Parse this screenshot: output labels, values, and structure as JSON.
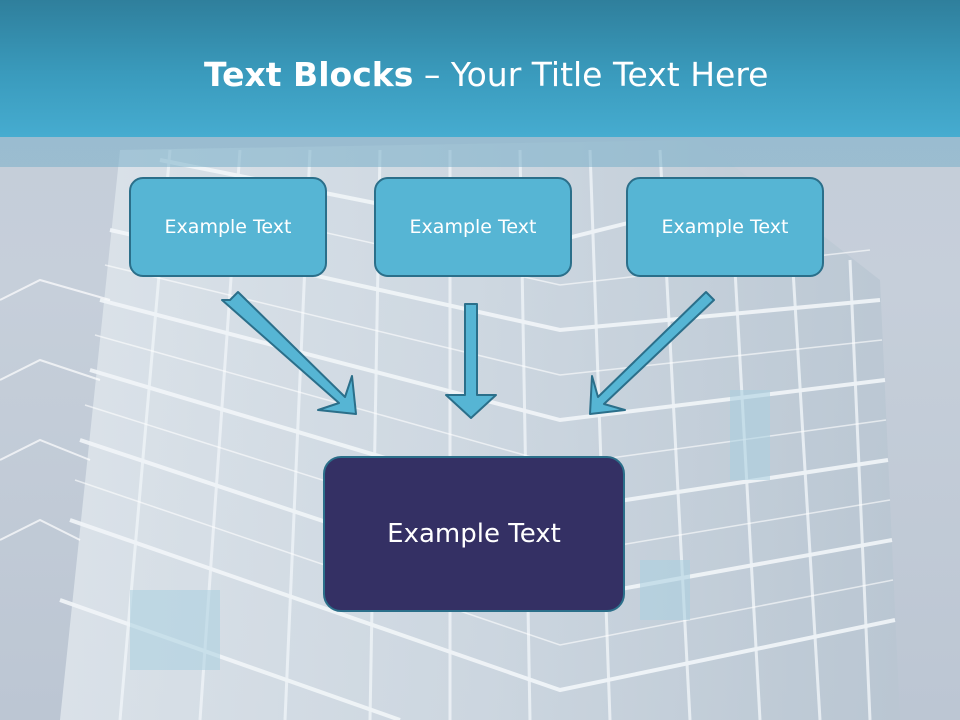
{
  "slide": {
    "title_bold": "Text Blocks",
    "title_rest": " – Your Title Text Here",
    "blocks": [
      {
        "label": "Example Text"
      },
      {
        "label": "Example Text"
      },
      {
        "label": "Example Text"
      }
    ],
    "main_block": {
      "label": "Example Text"
    }
  },
  "colors": {
    "header": "#3a9bbd",
    "block_fill": "#56b5d4",
    "main_block_fill": "#343064",
    "arrow_fill": "#56b5d4"
  }
}
